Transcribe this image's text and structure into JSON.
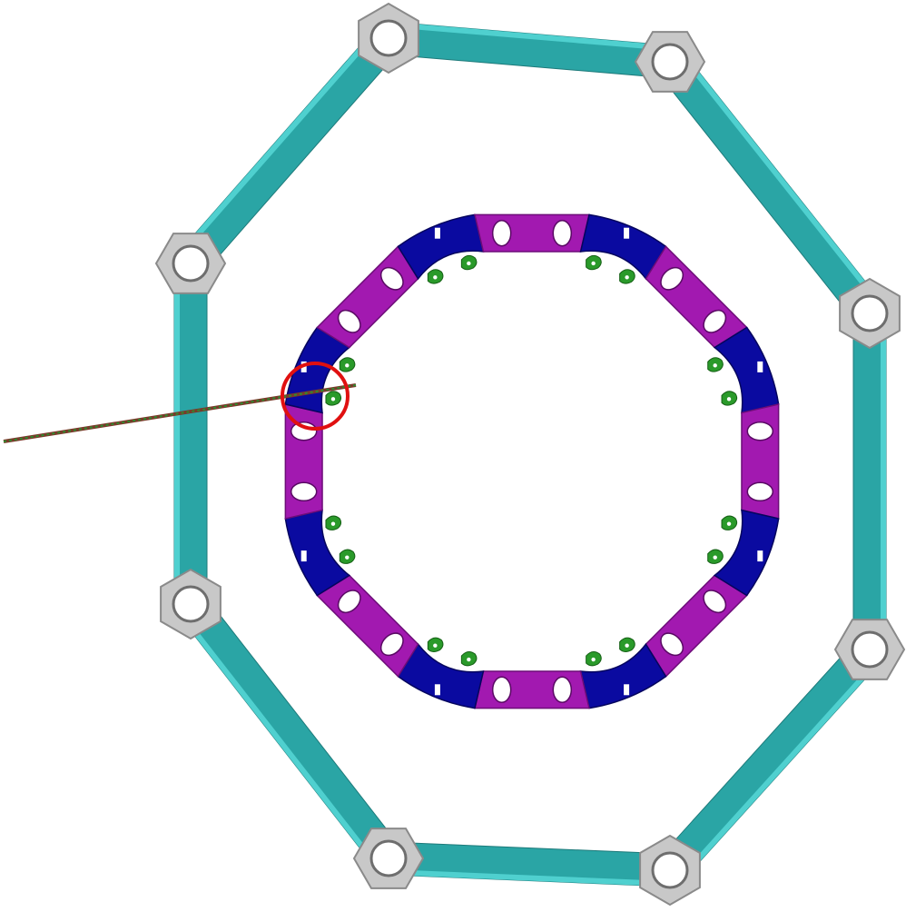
{
  "scene": {
    "background": "#ffffff",
    "outer_ring": {
      "strut_count": 8,
      "node_count": 8,
      "strut_color": "#2aa5a5",
      "strut_highlight": "#4fd0cf",
      "node_color": "#c8c8c8",
      "node_edge": "#8a8a8a"
    },
    "inner_ring": {
      "segment_count": 16,
      "corner_segment_color": "#0a0aa0",
      "straight_segment_color": "#a219b0",
      "bracket_color": "#2a9a2a"
    },
    "probe": {
      "line_color_a": "#7a3a2a",
      "line_color_b": "#2f8a2f",
      "marker_color": "#e01010",
      "marker_shape": "circle"
    }
  }
}
